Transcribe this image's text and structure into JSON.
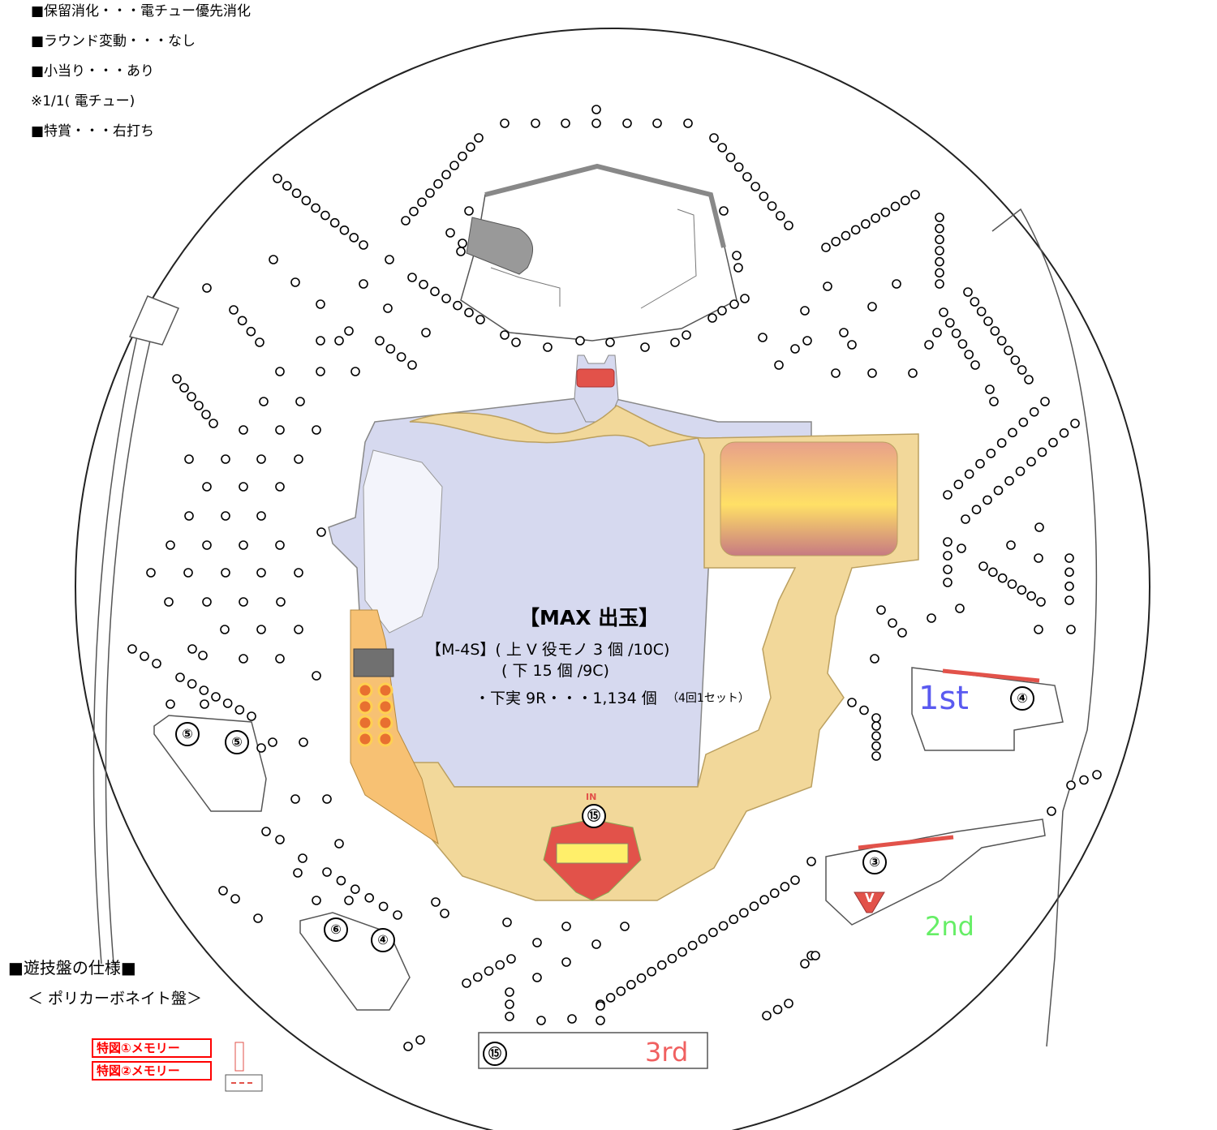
{
  "notes": [
    "■保留消化・・・電チュー優先消化",
    "■ラウンド変動・・・なし",
    "■小当り・・・あり",
    "※1/1( 電チュー)",
    "■特賞・・・右打ち"
  ],
  "center": {
    "title": "【MAX 出玉】",
    "line1": "【M-4S】( 上 V 役モノ 3 個 /10C)",
    "line2": "( 下 15 個 /9C)",
    "line3": "・下実 9R・・・1,134 個",
    "line3_note": "（4回1セット）"
  },
  "labels": {
    "first": "1st",
    "second": "2nd",
    "third": "3rd",
    "in": "IN",
    "v": "V"
  },
  "pockets": {
    "p15_top": "⑮",
    "p15_bottom": "⑮",
    "p4_right": "④",
    "p3": "③",
    "p5a": "⑤",
    "p5b": "⑤",
    "p6": "⑥",
    "p4_left": "④"
  },
  "spec": {
    "title": "■遊技盤の仕様■",
    "subtitle": "＜ ポリカーボネイト盤＞"
  },
  "memory": {
    "m1": "特図①メモリー",
    "m2": "特図②メモリー"
  },
  "colors": {
    "gold": "#f2d89a",
    "lavender": "#d6d9ef",
    "orange": "#f7c173",
    "red_lamp": "#e2524a",
    "first_blue": "#5a5af0",
    "second_green": "#66ee66",
    "third_red": "#f06060"
  }
}
